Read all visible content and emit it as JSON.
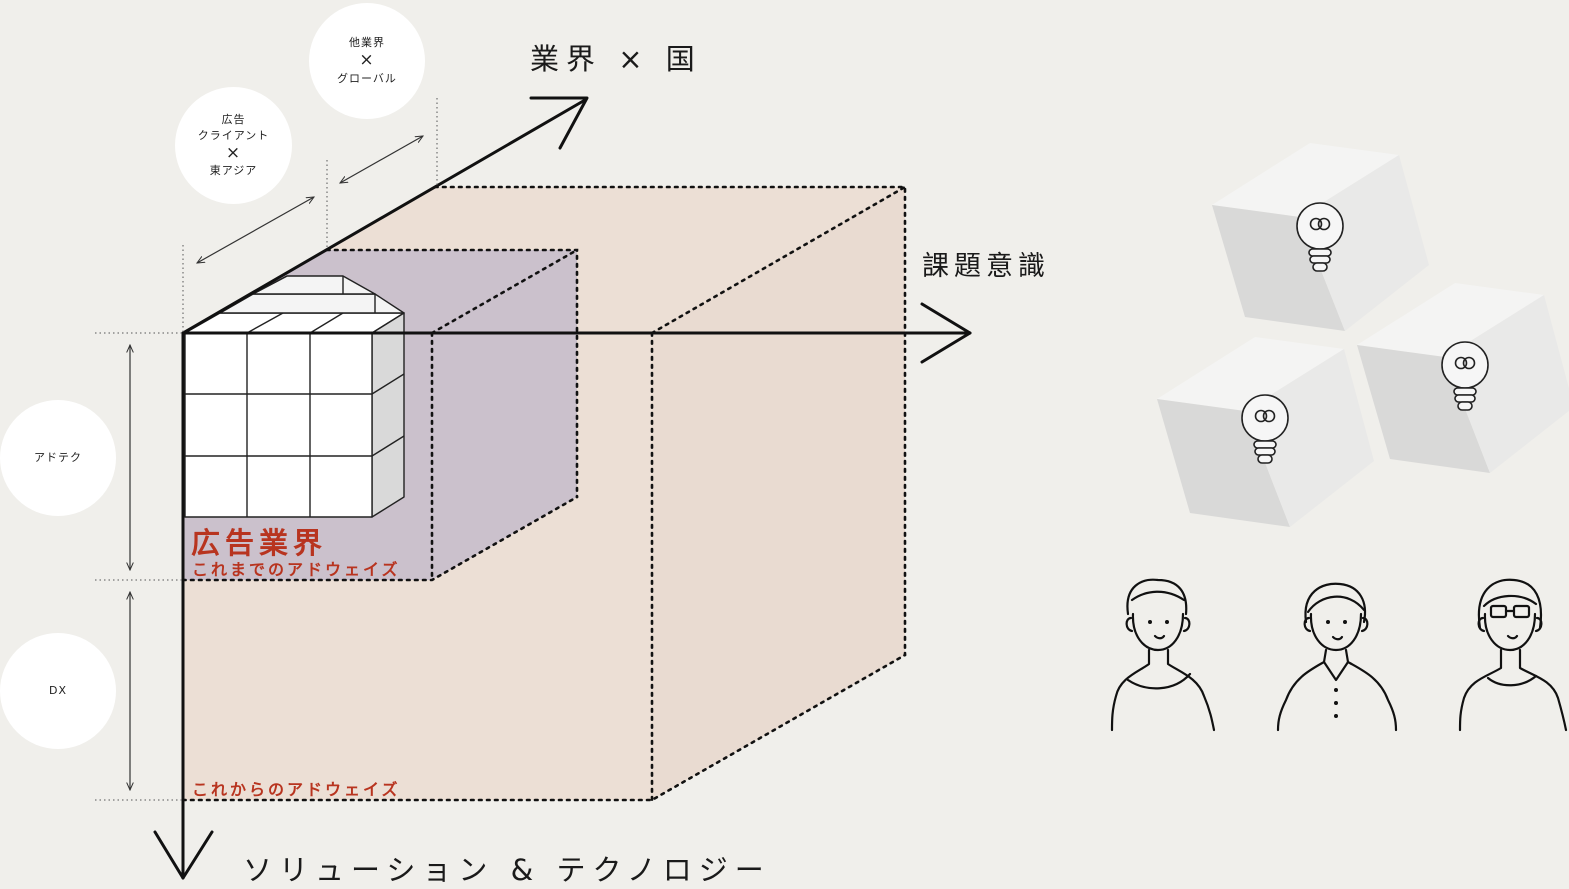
{
  "axes": {
    "depth": "業界 × 国",
    "horizontal": "課題意識",
    "vertical": "ソリューション & テクノロジー"
  },
  "depth_bubbles": {
    "inner": {
      "line1": "広告",
      "line2": "クライアント",
      "times": "×",
      "line3": "東アジア"
    },
    "outer": {
      "line1": "他業界",
      "times": "×",
      "line2": "グローバル"
    }
  },
  "vertical_bubbles": {
    "upper": "アドテク",
    "lower": "DX"
  },
  "regions": {
    "current": {
      "title": "広告業界",
      "subtitle": "これまでのアドウェイズ"
    },
    "future": {
      "subtitle": "これからのアドウェイズ"
    }
  },
  "colors": {
    "background": "#f0efeb",
    "outer_box_fill": "#ecdfd5",
    "inner_box_fill": "#cbc1cc",
    "accent_red": "#b8341f",
    "line": "#111111",
    "circle": "#ffffff"
  },
  "illustrations": {
    "idea_cubes": [
      "lightbulb-icon",
      "lightbulb-icon",
      "lightbulb-icon"
    ],
    "people": [
      "person-icon",
      "person-icon",
      "person-glasses-icon"
    ]
  }
}
